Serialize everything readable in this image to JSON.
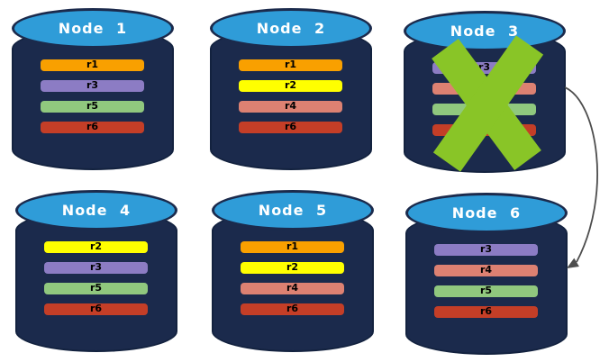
{
  "palette": {
    "background": "#FFFFFF",
    "cylinder_body": "#1B2A4C",
    "cylinder_outline": "#13223F",
    "cylinder_top_fill": "#2F9CD8",
    "cylinder_top_stroke": "#1B2A4C",
    "title_text": "#FFFFFF",
    "bar_label_text": "#000000"
  },
  "replica_colors": {
    "r1": "#F9A000",
    "r2": "#FFFF00",
    "r3": "#8C7CC4",
    "r4": "#DD8172",
    "r5": "#90C87E",
    "r6": "#C43E27"
  },
  "nodes": [
    {
      "title": "Node 1",
      "failed": false,
      "replicas": [
        {
          "label": "r1",
          "color": "#F9A000"
        },
        {
          "label": "r3",
          "color": "#8C7CC4"
        },
        {
          "label": "r5",
          "color": "#90C87E"
        },
        {
          "label": "r6",
          "color": "#C43E27"
        }
      ]
    },
    {
      "title": "Node 2",
      "failed": false,
      "replicas": [
        {
          "label": "r1",
          "color": "#F9A000"
        },
        {
          "label": "r2",
          "color": "#FFFF00"
        },
        {
          "label": "r4",
          "color": "#DD8172"
        },
        {
          "label": "r6",
          "color": "#C43E27"
        }
      ]
    },
    {
      "title": "Node 3",
      "failed": true,
      "replicas": [
        {
          "label": "r3",
          "color": "#8C7CC4"
        },
        {
          "label": "r4",
          "color": "#DD8172"
        },
        {
          "label": "r5",
          "color": "#90C87E"
        },
        {
          "label": "r6",
          "color": "#C43E27"
        }
      ]
    },
    {
      "title": "Node 4",
      "failed": false,
      "replicas": [
        {
          "label": "r2",
          "color": "#FFFF00"
        },
        {
          "label": "r3",
          "color": "#8C7CC4"
        },
        {
          "label": "r5",
          "color": "#90C87E"
        },
        {
          "label": "r6",
          "color": "#C43E27"
        }
      ]
    },
    {
      "title": "Node 5",
      "failed": false,
      "replicas": [
        {
          "label": "r1",
          "color": "#F9A000"
        },
        {
          "label": "r2",
          "color": "#FFFF00"
        },
        {
          "label": "r4",
          "color": "#DD8172"
        },
        {
          "label": "r6",
          "color": "#C43E27"
        }
      ]
    },
    {
      "title": "Node 6",
      "failed": false,
      "replicas": [
        {
          "label": "r3",
          "color": "#8C7CC4"
        },
        {
          "label": "r4",
          "color": "#DD8172"
        },
        {
          "label": "r5",
          "color": "#90C87E"
        },
        {
          "label": "r6",
          "color": "#C43E27"
        }
      ]
    }
  ],
  "failure_overlay": {
    "target": "Node 3",
    "color": "#89C527"
  },
  "arrow": {
    "from": "Node 3",
    "to": "Node 6",
    "color": "#4D4D4D"
  }
}
